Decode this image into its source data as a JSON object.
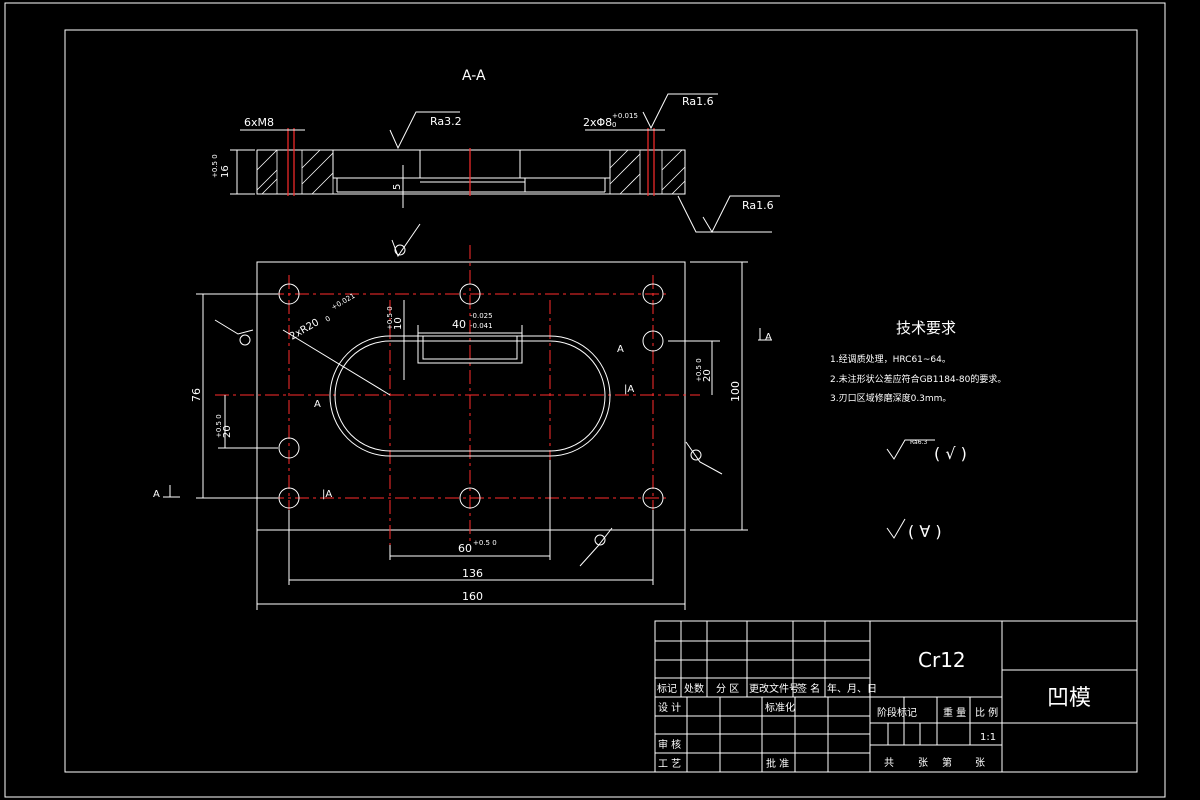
{
  "drawing": {
    "section_label": "A-A",
    "section_marks": {
      "a": "A",
      "pipe_a": "|A"
    },
    "hole_thread": "6xM8",
    "pin_holes": "2xΦ8",
    "pin_holes_tol_upper": "+0.015",
    "pin_holes_tol_lower": "0",
    "rough_ra32": "Ra3.2",
    "rough_ra16_top": "Ra1.6",
    "rough_ra16_side": "Ra1.6",
    "dim_thickness": "16",
    "dim_thickness_tol": "+0.5 0",
    "dim_depth": "5",
    "dim_slot_r": "2xR20",
    "dim_slot_r_tol_upper": "+0.021",
    "dim_slot_r_tol_lower": "0",
    "dim_10": "10",
    "dim_10_tol": "+0.5 0",
    "dim_40": "40",
    "dim_40_tol_upper": "-0.025",
    "dim_40_tol_lower": "-0.041",
    "dim_20_right": "20",
    "dim_20_right_tol": "+0.5 0",
    "dim_20_left": "20",
    "dim_20_left_tol": "+0.5 0",
    "dim_76": "76",
    "dim_100": "100",
    "dim_60": "60",
    "dim_60_tol": "+0.5 0",
    "dim_136": "136",
    "dim_160": "160"
  },
  "tech_requirements": {
    "title": "技术要求",
    "items": [
      "1.经调质处理，HRC61~64。",
      "2.未注形状公差应符合GB1184-80的要求。",
      "3.刃口区域修磨深度0.3mm。"
    ],
    "symbol1_label": "Ra6.3",
    "symbol1_paren": "( √ )",
    "symbol2_paren": "( ∀ )"
  },
  "title_block": {
    "material": "Cr12",
    "part_name": "凹模",
    "headers": [
      "标记",
      "处数",
      "分 区",
      "更改文件号",
      "签 名",
      "年、月、日"
    ],
    "design": "设 计",
    "standardization": "标准化",
    "review": "审 核",
    "process": "工 艺",
    "approve": "批 准",
    "stage_mark": "阶段标记",
    "weight": "重 量",
    "scale": "比 例",
    "scale_value": "1:1",
    "total": "共",
    "sheets": "张",
    "page": "第",
    "sheet2": "张"
  }
}
